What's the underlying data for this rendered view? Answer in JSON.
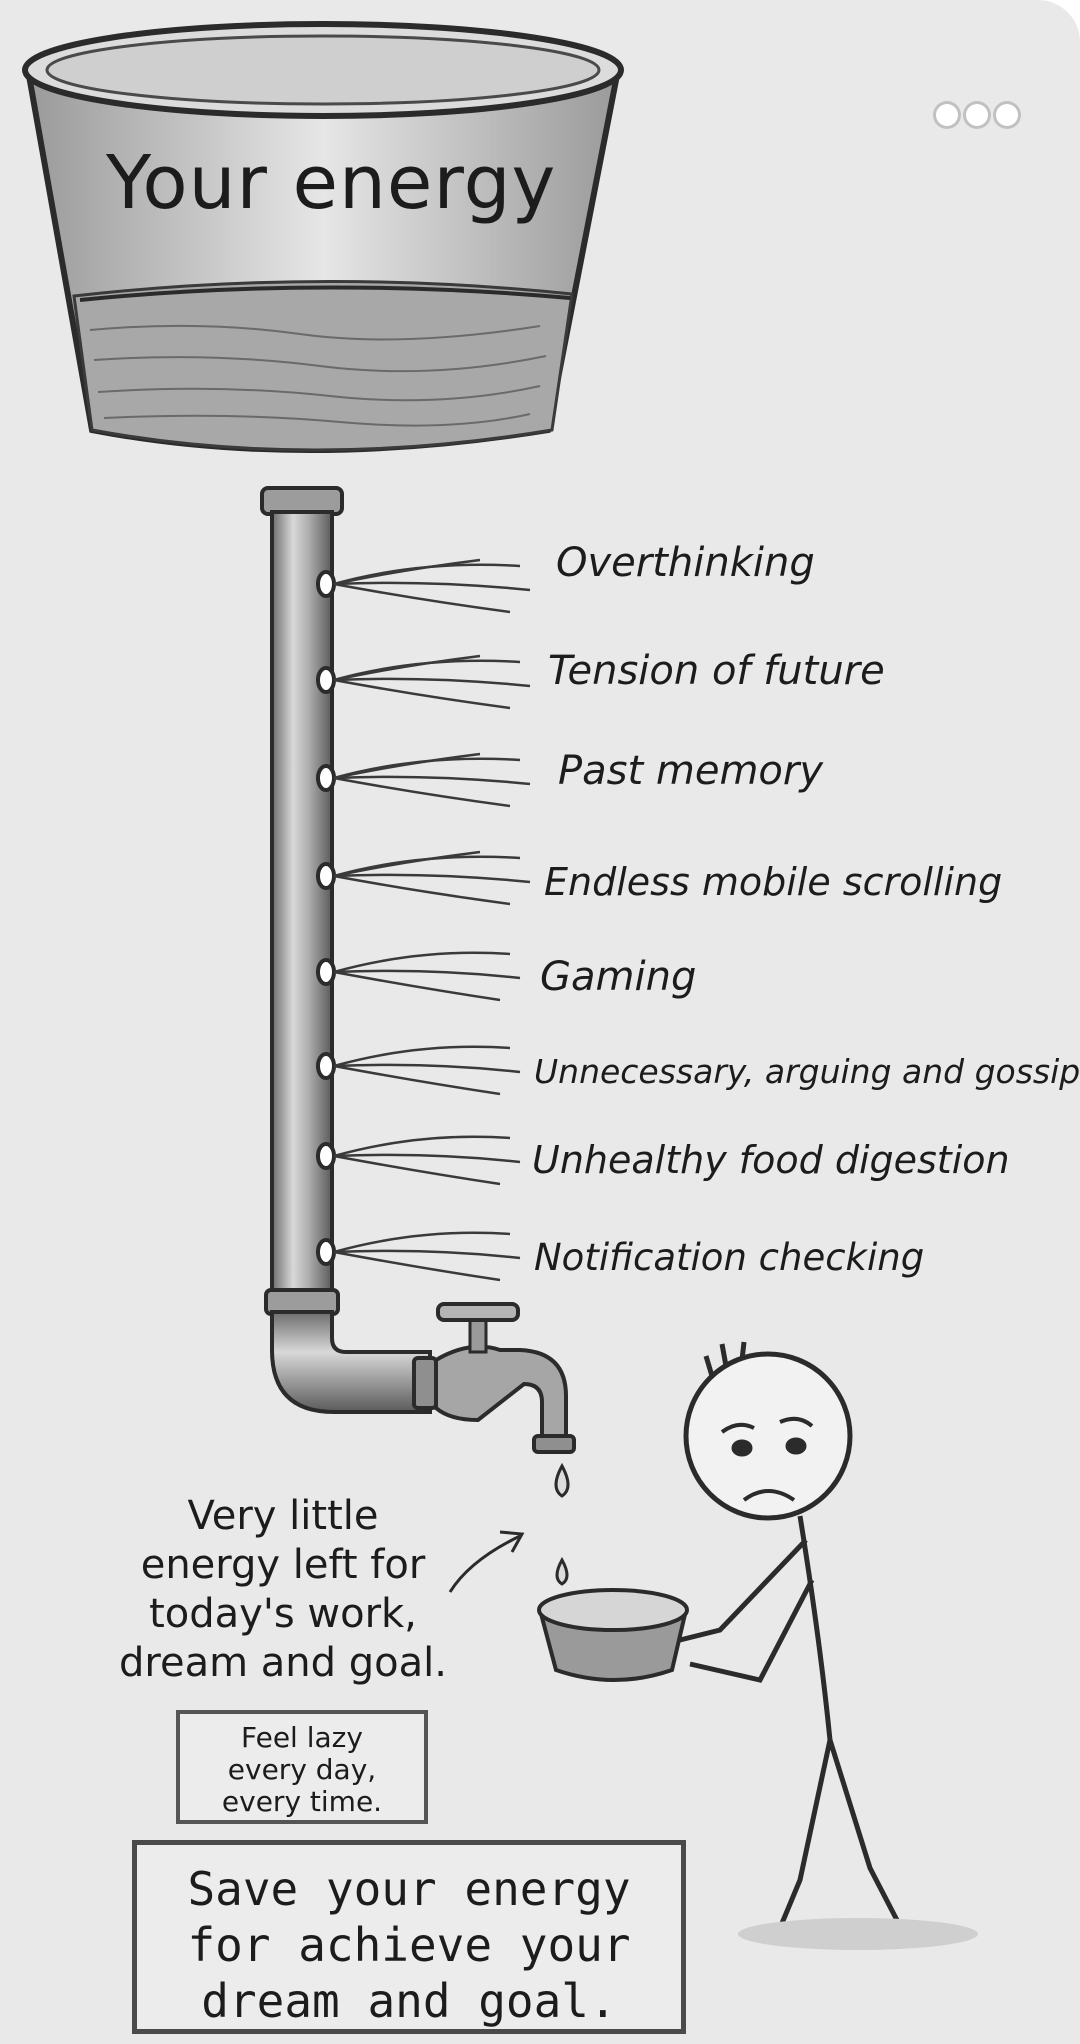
{
  "menu": {
    "icon": "more-dots-icon"
  },
  "bucket": {
    "title": "Your energy"
  },
  "leaks": [
    "Overthinking",
    "Tension of future",
    "Past memory",
    "Endless mobile scrolling",
    "Gaming",
    "Unnecessary, arguing and gossip",
    "Unhealthy food digestion",
    "Notification checking"
  ],
  "note": "Very little energy left for today's work, dream and goal.",
  "small_box": "Feel lazy\nevery day,\nevery time.",
  "big_box": "Save your energy\nfor achieve your\ndream and goal.",
  "colors": {
    "background": "#e9e9e9",
    "ink": "#1c1c1c"
  }
}
